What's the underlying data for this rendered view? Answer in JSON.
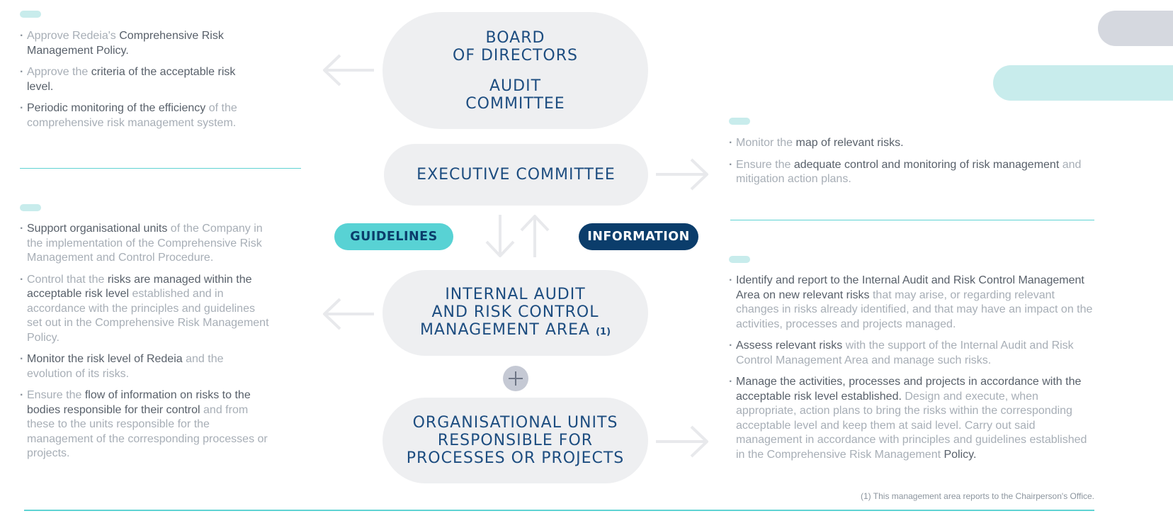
{
  "colors": {
    "pill_bg": "#eeeff1",
    "heading": "#1d4d80",
    "accent_teal": "#58d2d4",
    "navy": "#0b3d6b",
    "rule": "#5fd3d3"
  },
  "boxes": {
    "board": {
      "line1": "BOARD",
      "line2": "OF DIRECTORS",
      "line3": "AUDIT",
      "line4": "COMMITTEE"
    },
    "executive": {
      "label": "EXECUTIVE COMMITTEE"
    },
    "internal": {
      "line1": "INTERNAL AUDIT",
      "line2": "AND RISK CONTROL",
      "line3": "MANAGEMENT AREA",
      "note": "(1)"
    },
    "units": {
      "line1": "ORGANISATIONAL UNITS",
      "line2": "RESPONSIBLE FOR",
      "line3": "PROCESSES OR PROJECTS"
    }
  },
  "chips": {
    "guidelines": "GUIDELINES",
    "information": "INFORMATION"
  },
  "icons": {
    "plus": "plus-icon",
    "arrows": "arrow-icon"
  },
  "lists": {
    "board": [
      {
        "a": "Approve Redeia's ",
        "b": "Comprehensive Risk Management Policy.",
        "c": ""
      },
      {
        "a": "Approve the ",
        "b": "criteria of the acceptable risk level.",
        "c": ""
      },
      {
        "a": "",
        "b": "Periodic monitoring of the efficiency",
        "c": " of the comprehensive risk management system."
      }
    ],
    "executive": [
      {
        "a": "Monitor the ",
        "b": "map of relevant risks.",
        "c": ""
      },
      {
        "a": "Ensure the ",
        "b": "adequate control and monitoring of risk management",
        "c": " and mitigation action plans."
      }
    ],
    "internal": [
      {
        "a": "",
        "b": "Support organisational units",
        "c": " of the Company in the implementation of the Comprehensive Risk Management and Control Procedure."
      },
      {
        "a": "Control that the ",
        "b": "risks are managed within the acceptable risk level",
        "c": " established and in accordance with the principles and guidelines set out in the Comprehensive Risk Management Policy."
      },
      {
        "a": "",
        "b": "Monitor the risk level of Redeia",
        "c": " and the evolution of its risks."
      },
      {
        "a": "Ensure the ",
        "b": "flow of information on risks to the bodies responsible for their control",
        "c": " and from these to the units responsible for the management of the corresponding processes or projects."
      }
    ],
    "units": [
      {
        "a": "",
        "b": "Identify and report to the Internal Audit and Risk Control Management Area on new relevant risks",
        "c": " that may arise, or regarding relevant changes in risks already identified, and that may have an impact on the activities, processes and projects managed."
      },
      {
        "a": "",
        "b": "Assess relevant risks",
        "c": " with the support of the Internal Audit and Risk Control Management Area and manage such risks."
      },
      {
        "a": "",
        "b": "Manage the activities, processes and projects in accordance with the acceptable risk level established.",
        "c": " Design and execute, when appropriate, action plans to bring the risks within the corresponding acceptable level and keep them at said level. Carry out said management in accordance with principles and guidelines established in the Comprehensive Risk Management ",
        "d": "Policy."
      }
    ]
  },
  "footnote": "(1) This management area reports to the Chairperson's Office."
}
